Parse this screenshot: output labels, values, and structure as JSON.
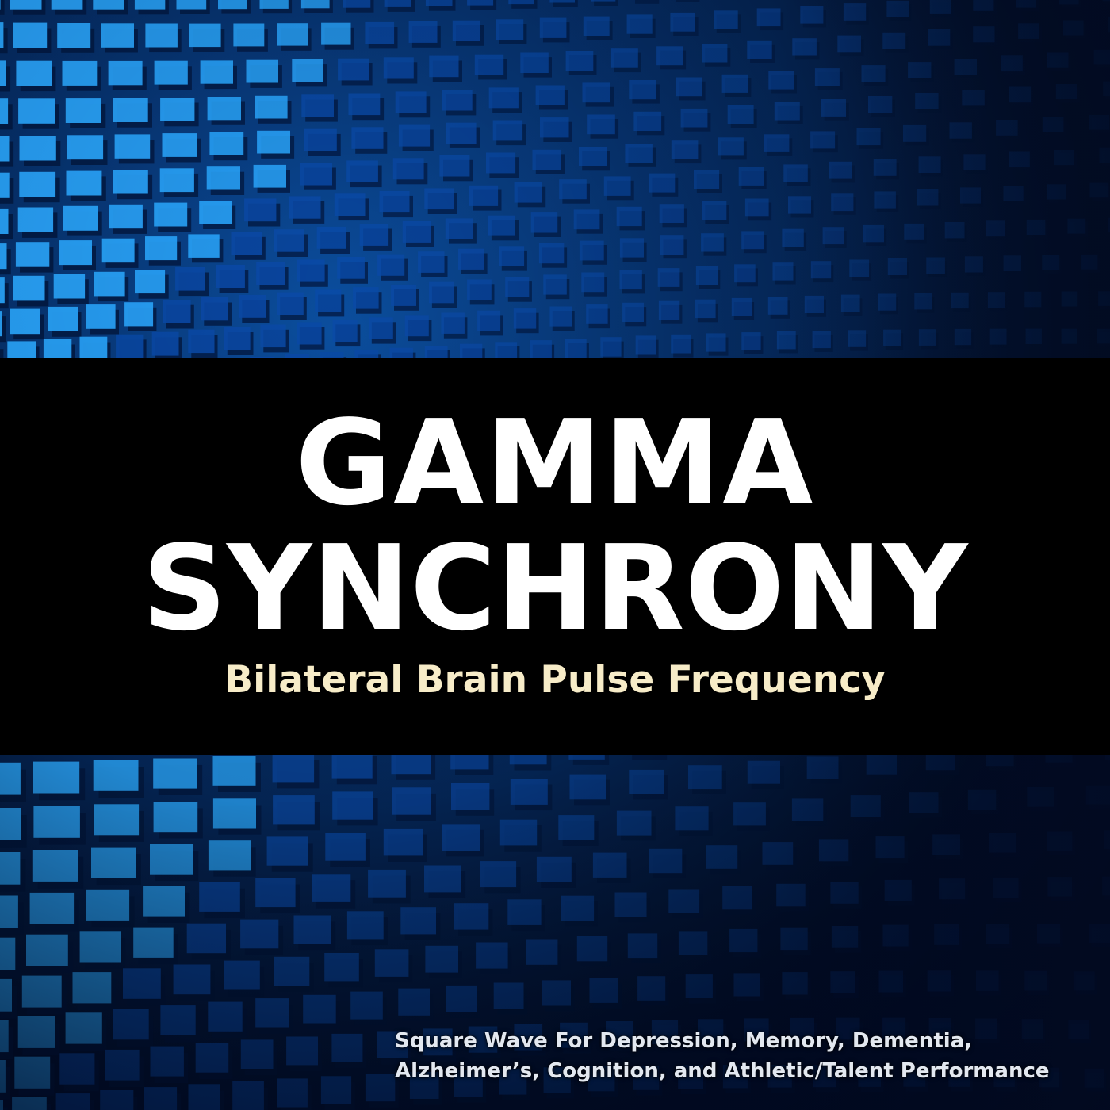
{
  "cover": {
    "title_line_1": "GAMMA",
    "title_line_2": "SYNCHRONY",
    "subtitle": "Bilateral Brain Pulse Frequency",
    "tagline_line_1": "Square Wave For Depression, Memory, Dementia,",
    "tagline_line_2": "Alzheimer’s, Cognition, and Athletic/Talent Performance"
  },
  "colors": {
    "band": "#000000",
    "title": "#ffffff",
    "subtitle": "#f7ecc8",
    "tile_light": "#29a6ff",
    "tile_dark": "#0a4aa8",
    "background": "#031538"
  }
}
